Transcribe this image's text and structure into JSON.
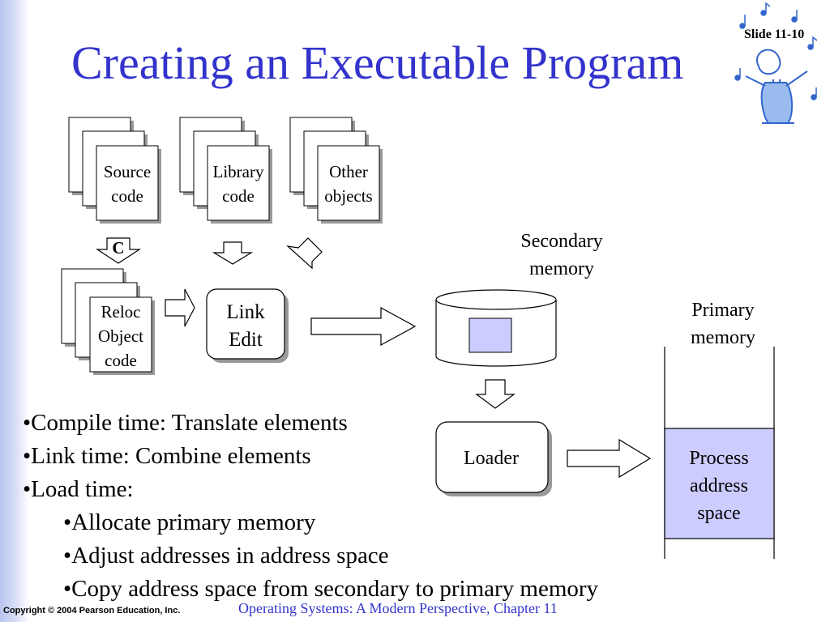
{
  "slide": {
    "title": "Creating an Executable Program",
    "number": "Slide 11-10",
    "emblem_icon": "music-notes-figure-icon"
  },
  "diagram": {
    "source_stack": {
      "line1": "Source",
      "line2": "code"
    },
    "library_stack": {
      "line1": "Library",
      "line2": "code"
    },
    "other_stack": {
      "line1": "Other",
      "line2": "objects"
    },
    "compiler_label": "C",
    "reloc_stack": {
      "line1": "Reloc",
      "line2": "Object",
      "line3": "code"
    },
    "link_edit": {
      "line1": "Link",
      "line2": "Edit"
    },
    "secondary_memory": {
      "line1": "Secondary",
      "line2": "memory"
    },
    "loader": "Loader",
    "primary_memory": {
      "line1": "Primary",
      "line2": "memory"
    },
    "process_space": {
      "line1": "Process",
      "line2": "address",
      "line3": "space"
    },
    "colors": {
      "fill_highlight": "#ccccff",
      "shadow": "#999999"
    }
  },
  "bullets": [
    "•Compile time: Translate elements",
    "•Link time: Combine elements",
    "•Load time:",
    "•Allocate primary memory",
    "•Adjust addresses in address space",
    "•Copy address space from secondary to primary memory"
  ],
  "footer": {
    "copyright": "Copyright © 2004 Pearson Education, Inc.",
    "book": "Operating Systems: A Modern Perspective, Chapter 11"
  }
}
